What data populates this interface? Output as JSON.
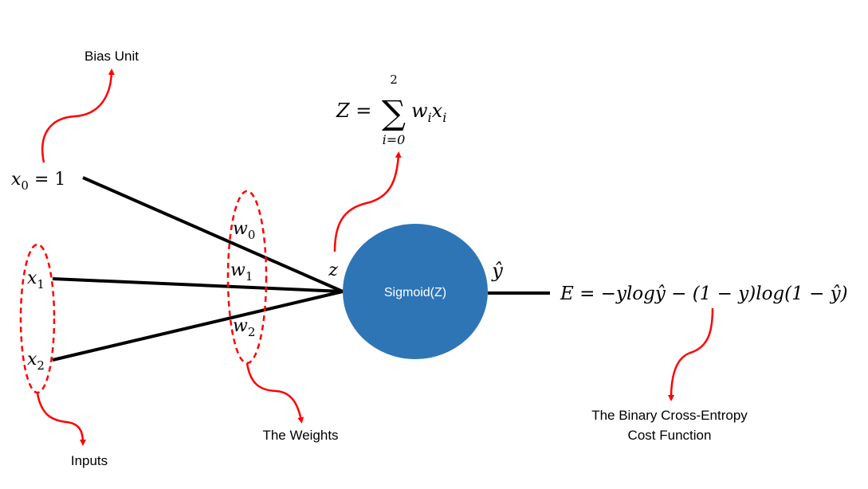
{
  "annotations": {
    "bias_unit": "Bias Unit",
    "inputs": "Inputs",
    "weights": "The Weights",
    "cost_line1": "The Binary Cross-Entropy",
    "cost_line2": "Cost Function"
  },
  "node": {
    "label": "Sigmoid(Z)",
    "color": "#2e75b6"
  },
  "math": {
    "x0_var": "x",
    "x0_sub": "0",
    "x0_rhs": " = 1",
    "x1_var": "x",
    "x1_sub": "1",
    "x2_var": "x",
    "x2_sub": "2",
    "w0_var": "w",
    "w0_sub": "0",
    "w1_var": "w",
    "w1_sub": "1",
    "w2_var": "w",
    "w2_sub": "2",
    "z_input": "z",
    "yhat": "ŷ",
    "sum_lhs": "Z =",
    "sum_symbol": "∑",
    "sum_upper": "2",
    "sum_lower": "i=0",
    "sum_w": "w",
    "sum_w_sub": "i",
    "sum_x": "x",
    "sum_x_sub": "i",
    "cost_eq": "E = −ylogŷ − (1 − y)log(1 − ŷ)"
  },
  "colors": {
    "annotation_arrow": "#ff0000",
    "edge": "#000000"
  }
}
